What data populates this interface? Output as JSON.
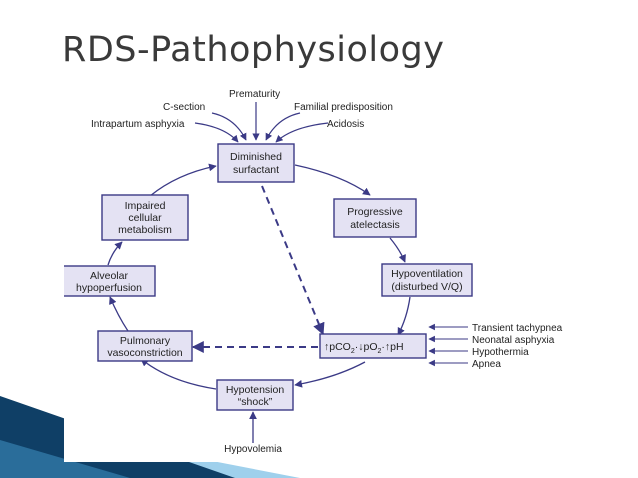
{
  "title": "RDS-Pathophysiology",
  "colors": {
    "title": "#3a3a3a",
    "box_fill": "#e4e2f3",
    "box_stroke": "#3b3a86",
    "arrow": "#3b3a86",
    "decor_dark": "#0f3f66",
    "decor_light": "#9fd0ec"
  },
  "causes": {
    "premature": "Prematurity",
    "csection": "C-section",
    "familial": "Familial predisposition",
    "intrapartum": "Intrapartum asphyxia",
    "acidosis": "Acidosis"
  },
  "boxes": {
    "surfactant": [
      "Diminished",
      "surfactant"
    ],
    "atelectasis": [
      "Progressive",
      "atelectasis"
    ],
    "hypoventilation": [
      "Hypoventilation",
      "(disturbed V/Q)"
    ],
    "gas": {
      "pco2": "pCO",
      "po2": "pO",
      "sub": "2",
      "ph": "pH"
    },
    "hypotension": [
      "Hypotension",
      "“shock”"
    ],
    "vasoconstriction": [
      "Pulmonary",
      "vasoconstriction"
    ],
    "hypoperfusion": [
      "Alveolar",
      "hypoperfusion"
    ],
    "metabolism": [
      "Impaired",
      "cellular",
      "metabolism"
    ]
  },
  "right_factors": [
    "Transient tachypnea",
    "Neonatal asphyxia",
    "Hypothermia",
    "Apnea"
  ],
  "bottom_factor": "Hypovolemia"
}
